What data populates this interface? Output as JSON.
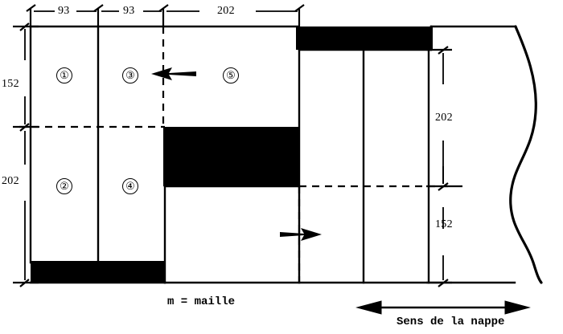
{
  "figure": {
    "kind": "technical-pattern-diagram",
    "legend_note": "m = maille",
    "direction_label": "Sens de la nappe",
    "colors": {
      "ink": "#000000",
      "paper": "#ffffff"
    }
  },
  "top_dimensions": [
    {
      "id": "top-dim-1",
      "label": "93"
    },
    {
      "id": "top-dim-2",
      "label": "93"
    },
    {
      "id": "top-dim-3",
      "label": "202"
    }
  ],
  "left_dimensions": [
    {
      "id": "left-dim-1",
      "label": "152"
    },
    {
      "id": "left-dim-2",
      "label": "202"
    }
  ],
  "right_dimensions": [
    {
      "id": "right-dim-1",
      "label": "202"
    },
    {
      "id": "right-dim-2",
      "label": "152"
    }
  ],
  "cells": [
    {
      "id": "cell-1",
      "label": "①"
    },
    {
      "id": "cell-2",
      "label": "②"
    },
    {
      "id": "cell-3",
      "label": "③"
    },
    {
      "id": "cell-4",
      "label": "④"
    },
    {
      "id": "cell-5",
      "label": "⑤"
    }
  ],
  "arrows": {
    "upper_direction": "left",
    "lower_direction": "right",
    "bottom_axis": "double"
  }
}
